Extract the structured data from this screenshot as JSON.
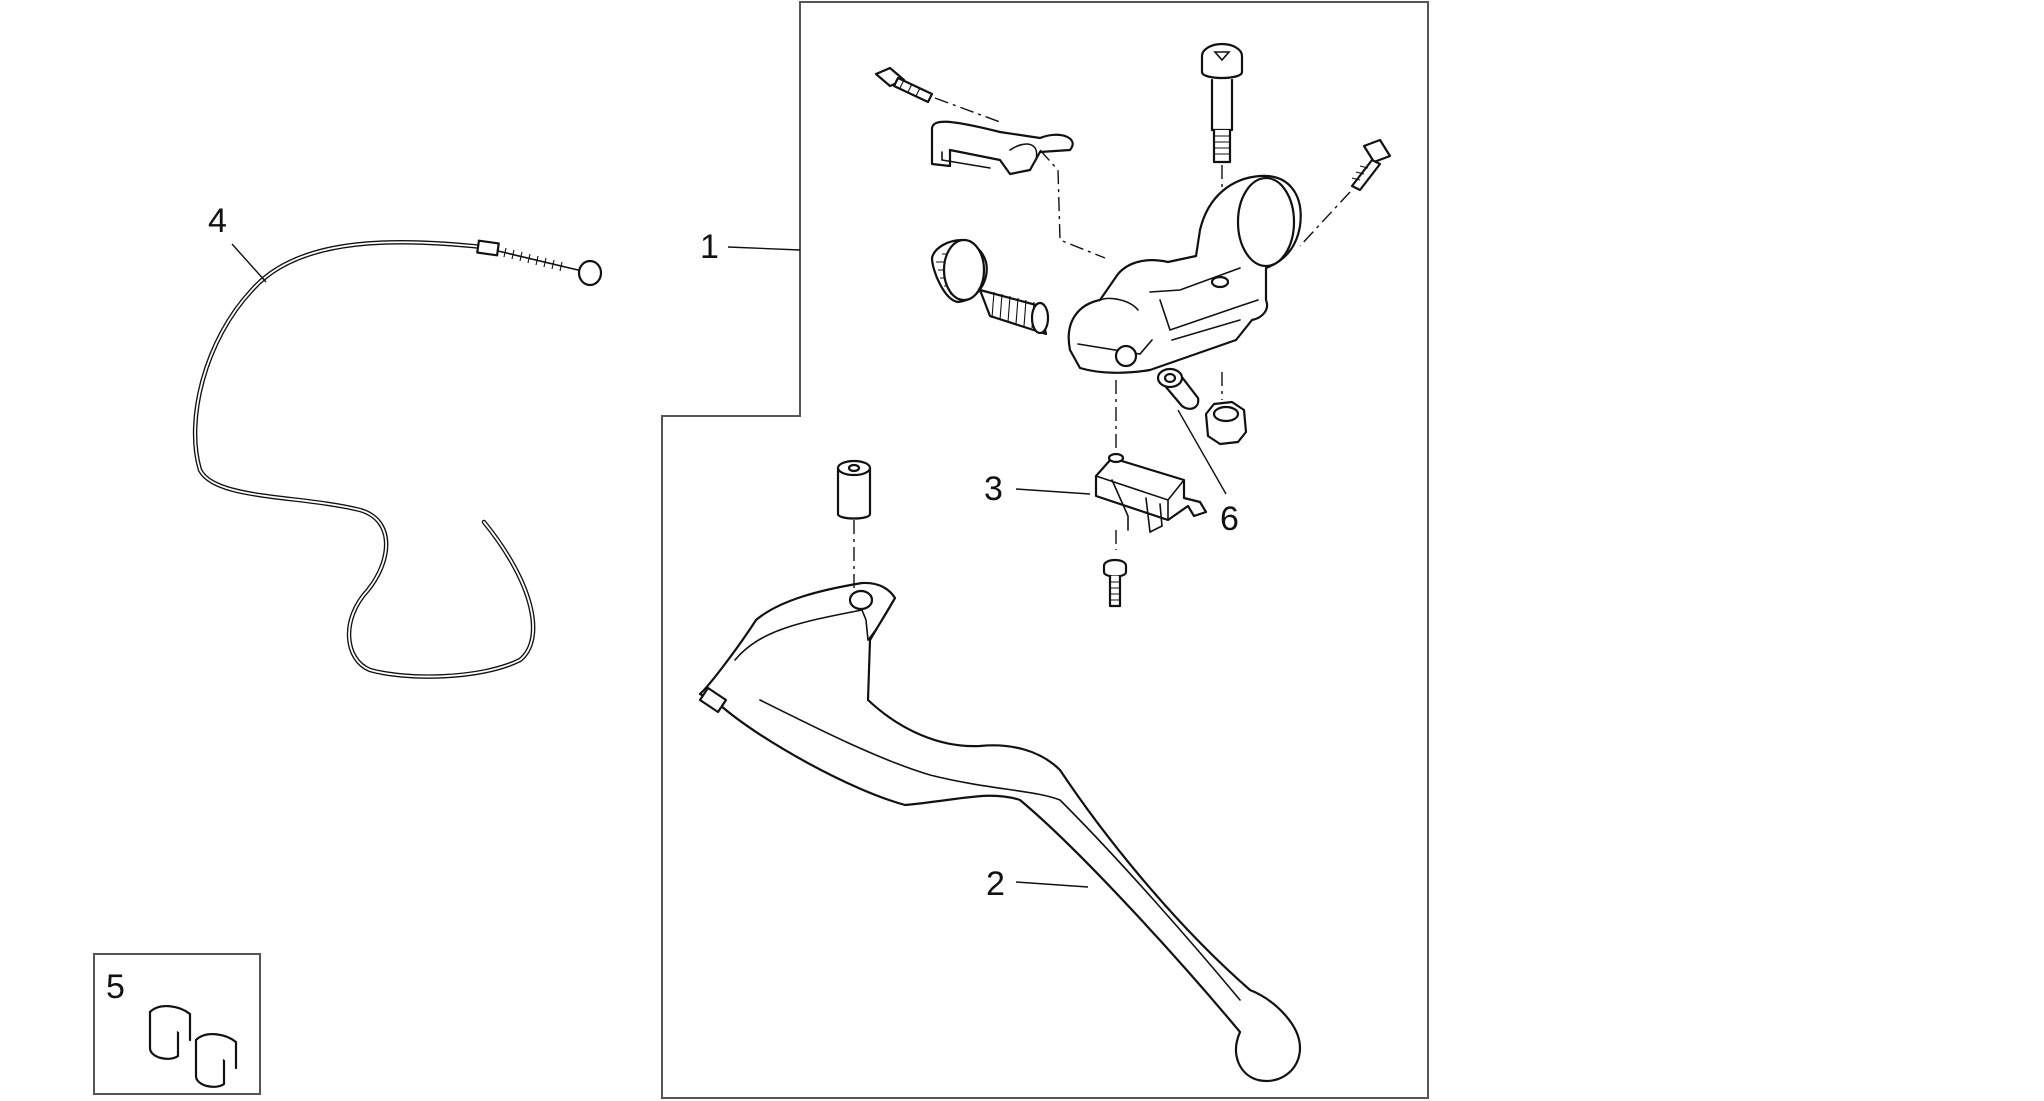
{
  "callouts": {
    "c1": "1",
    "c2": "2",
    "c3": "3",
    "c4": "4",
    "c5": "5",
    "c6": "6"
  },
  "colors": {
    "line": "#111111",
    "frame": "#555555",
    "background": "#ffffff"
  }
}
